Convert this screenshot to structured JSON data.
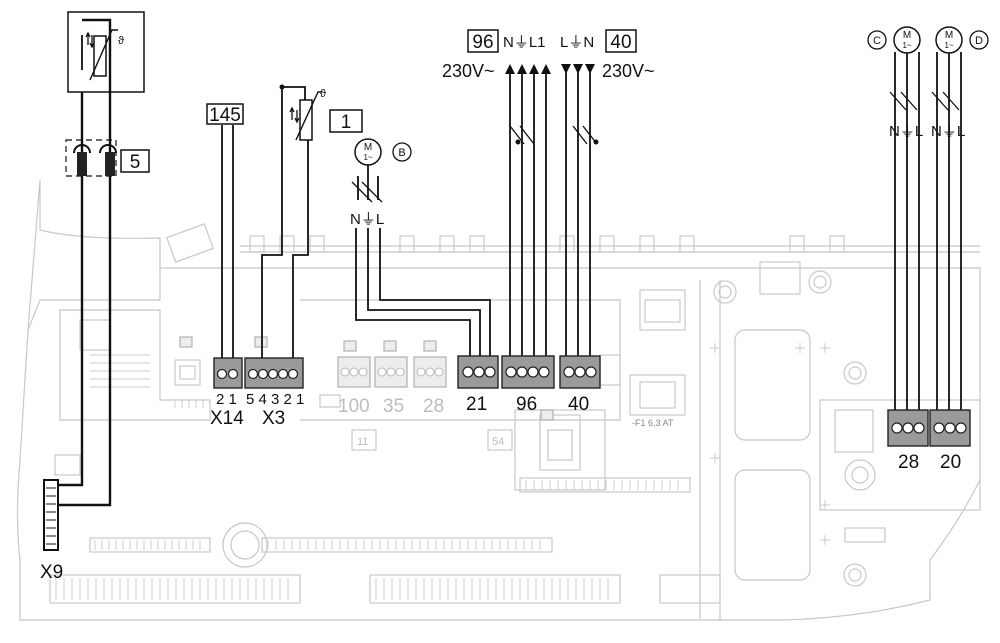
{
  "labels": {
    "box_5": "5",
    "box_145": "145",
    "box_1": "1",
    "box_96": "96",
    "box_40": "40",
    "circle_b": "B",
    "circle_c": "C",
    "circle_d": "D",
    "motor": "M",
    "motor_phase": "1~",
    "theta": "ϑ",
    "voltage_left": "230V~",
    "voltage_right": "230V~",
    "pins_96": "N⏚L1",
    "pins_40": "L⏚N",
    "pins_b": "N⏚L",
    "pins_c": "N⏚L",
    "pins_d": "N⏚L",
    "x14_pins": "2 1",
    "x3_pins": "5 4 3 2 1",
    "x14": "X14",
    "x3": "X3",
    "x9": "X9",
    "t100": "100",
    "t35": "35",
    "t28_gray": "28",
    "t21": "21",
    "t96": "96",
    "t40": "40",
    "t28": "28",
    "t20": "20",
    "t11": "11",
    "t54": "54",
    "fuse": "-F1 6,3 AT"
  },
  "colors": {
    "wire": "#111111",
    "board": "#c8c8c8",
    "terminal_gray": "#bdbdbd"
  }
}
